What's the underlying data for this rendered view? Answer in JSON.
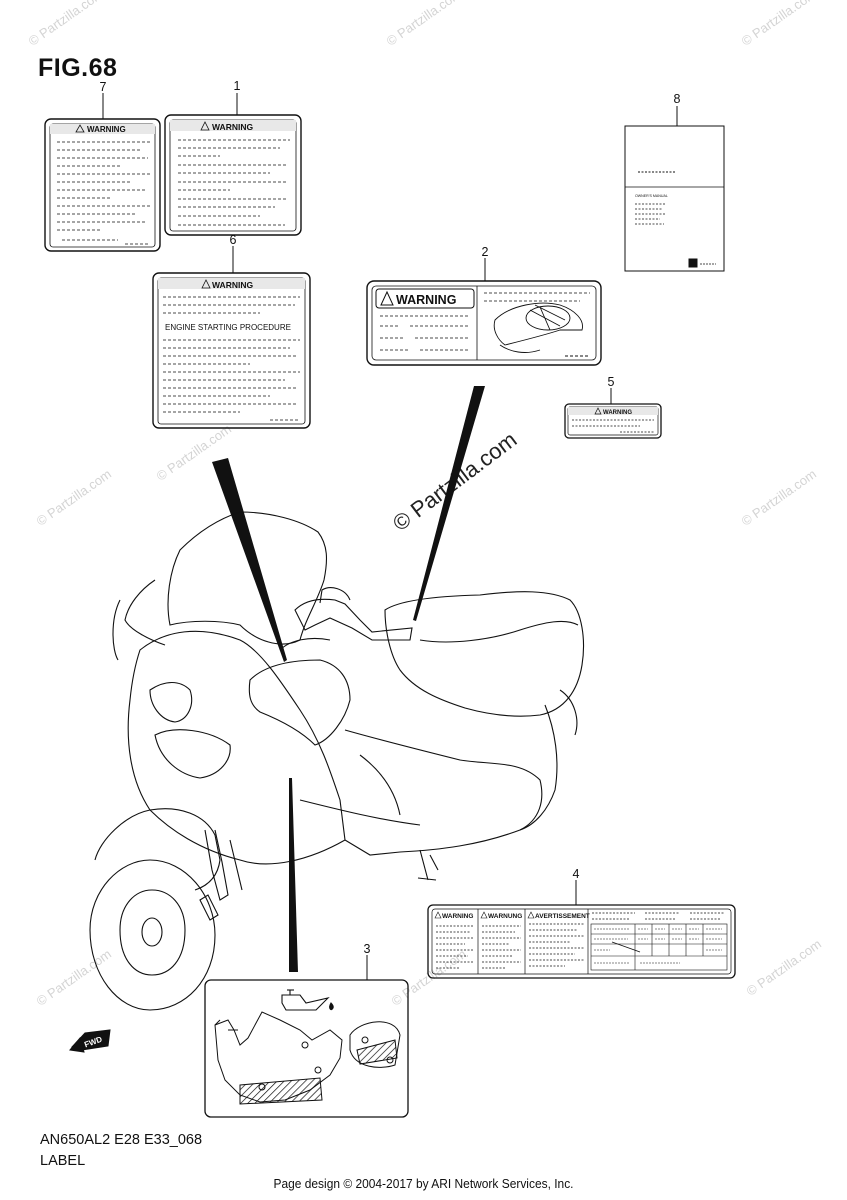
{
  "figure": {
    "title": "FIG.68",
    "code": "AN650AL2 E28 E33_068",
    "name": "LABEL",
    "credit": "Page design © 2004-2017 by ARI Network Services, Inc.",
    "watermark": "© Partzilla.com",
    "center_watermark": "© Partzilla.com"
  },
  "callouts": [
    "1",
    "2",
    "3",
    "4",
    "5",
    "6",
    "7",
    "8"
  ],
  "labels": {
    "warning": "WARNING",
    "engine_procedure": "ENGINE STARTING PROCEDURE",
    "warning_nl": "WARNING",
    "warning_de": "WARNUNG",
    "warning_fr": "AVERTISSEMENT",
    "owners_manual": "OWNER'S MANUAL",
    "fwd": "FWD"
  },
  "colors": {
    "line": "#111111",
    "watermark": "#d4d4d4"
  }
}
